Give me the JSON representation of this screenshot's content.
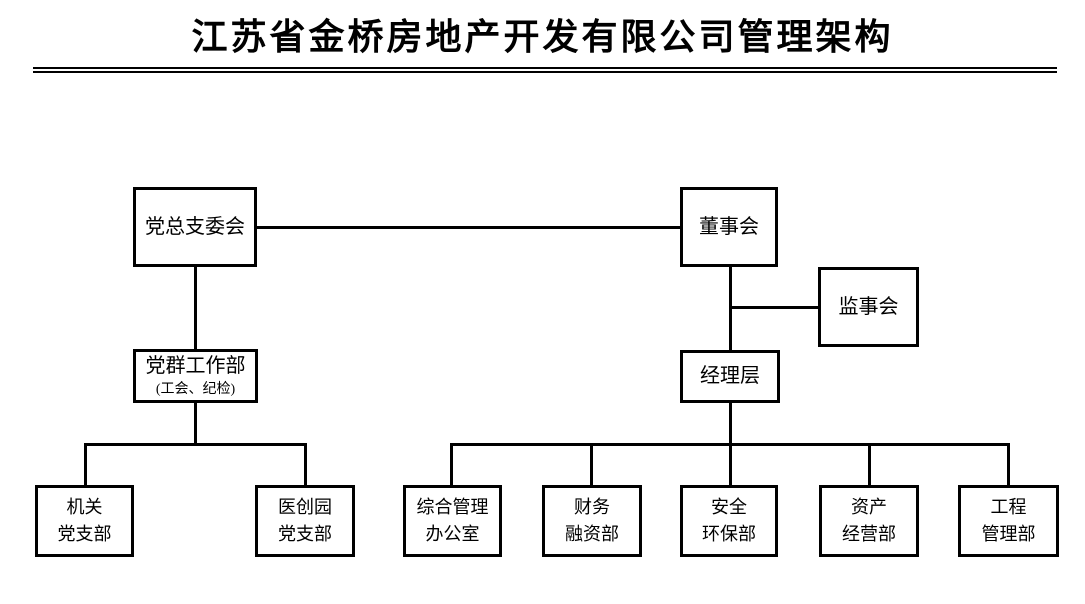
{
  "title": "江苏省金桥房地产开发有限公司管理架构",
  "org": {
    "party_committee": {
      "label": "党总支委会"
    },
    "board": {
      "label": "董事会"
    },
    "supervisory": {
      "label": "监事会"
    },
    "party_work_dept": {
      "label": "党群工作部",
      "sublabel": "(工会、纪检)"
    },
    "management": {
      "label": "经理层"
    },
    "org_branch": {
      "line1": "机关",
      "line2": "党支部"
    },
    "yichuang_branch": {
      "line1": "医创园",
      "line2": "党支部"
    },
    "general_office": {
      "line1": "综合管理",
      "line2": "办公室"
    },
    "finance_dept": {
      "line1": "财务",
      "line2": "融资部"
    },
    "safety_dept": {
      "line1": "安全",
      "line2": "环保部"
    },
    "asset_dept": {
      "line1": "资产",
      "line2": "经营部"
    },
    "engineering_dept": {
      "line1": "工程",
      "line2": "管理部"
    }
  },
  "hierarchy": {
    "edges": [
      [
        "党总支委会",
        "董事会"
      ],
      [
        "党总支委会",
        "党群工作部(工会、纪检)"
      ],
      [
        "党群工作部(工会、纪检)",
        "机关党支部"
      ],
      [
        "党群工作部(工会、纪检)",
        "医创园党支部"
      ],
      [
        "董事会",
        "经理层"
      ],
      [
        "董事会-经理层",
        "监事会"
      ],
      [
        "经理层",
        "综合管理办公室"
      ],
      [
        "经理层",
        "财务融资部"
      ],
      [
        "经理层",
        "安全环保部"
      ],
      [
        "经理层",
        "资产经营部"
      ],
      [
        "经理层",
        "工程管理部"
      ]
    ]
  },
  "colors": {
    "line": "#000000",
    "background": "#ffffff",
    "text": "#000000"
  }
}
